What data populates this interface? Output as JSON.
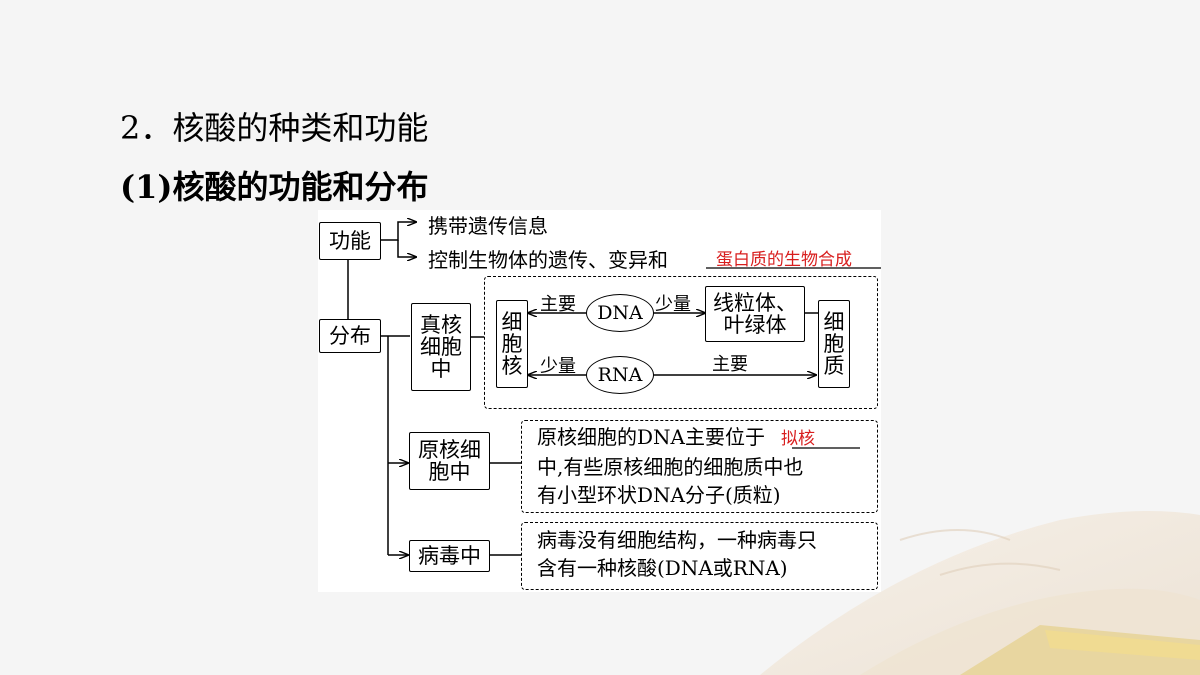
{
  "slide": {
    "heading1": "2．核酸的种类和功能",
    "heading2": "(1)核酸的功能和分布"
  },
  "diagram": {
    "function_box": "功能",
    "function_item1": "携带遗传信息",
    "function_item2": "控制生物体的遗传、变异和",
    "function_blank_answer": "蛋白质的生物合成",
    "distribution_box": "分布",
    "eukaryote_box": "真核细胞中",
    "nucleus_box": "细胞核",
    "dna_oval": "DNA",
    "rna_oval": "RNA",
    "mito_chloro_box": "线粒体、叶绿体",
    "cytoplasm_box": "细胞质",
    "label_main_dna": "主要",
    "label_little_dna": "少量",
    "label_little_rna": "少量",
    "label_main_rna": "主要",
    "prokaryote_box": "原核细胞中",
    "prokaryote_text_part1": "原核细胞的DNA主要位于",
    "prokaryote_blank_answer": "拟核",
    "prokaryote_text_line2": "中,有些原核细胞的细胞质中也",
    "prokaryote_text_line3": "有小型环状DNA分子(质粒)",
    "virus_box": "病毒中",
    "virus_text_line1": "病毒没有细胞结构，一种病毒只",
    "virus_text_line2": "含有一种核酸(DNA或RNA)"
  },
  "colors": {
    "answer_red": "#d81e1e",
    "background": "#f5f5f5"
  }
}
